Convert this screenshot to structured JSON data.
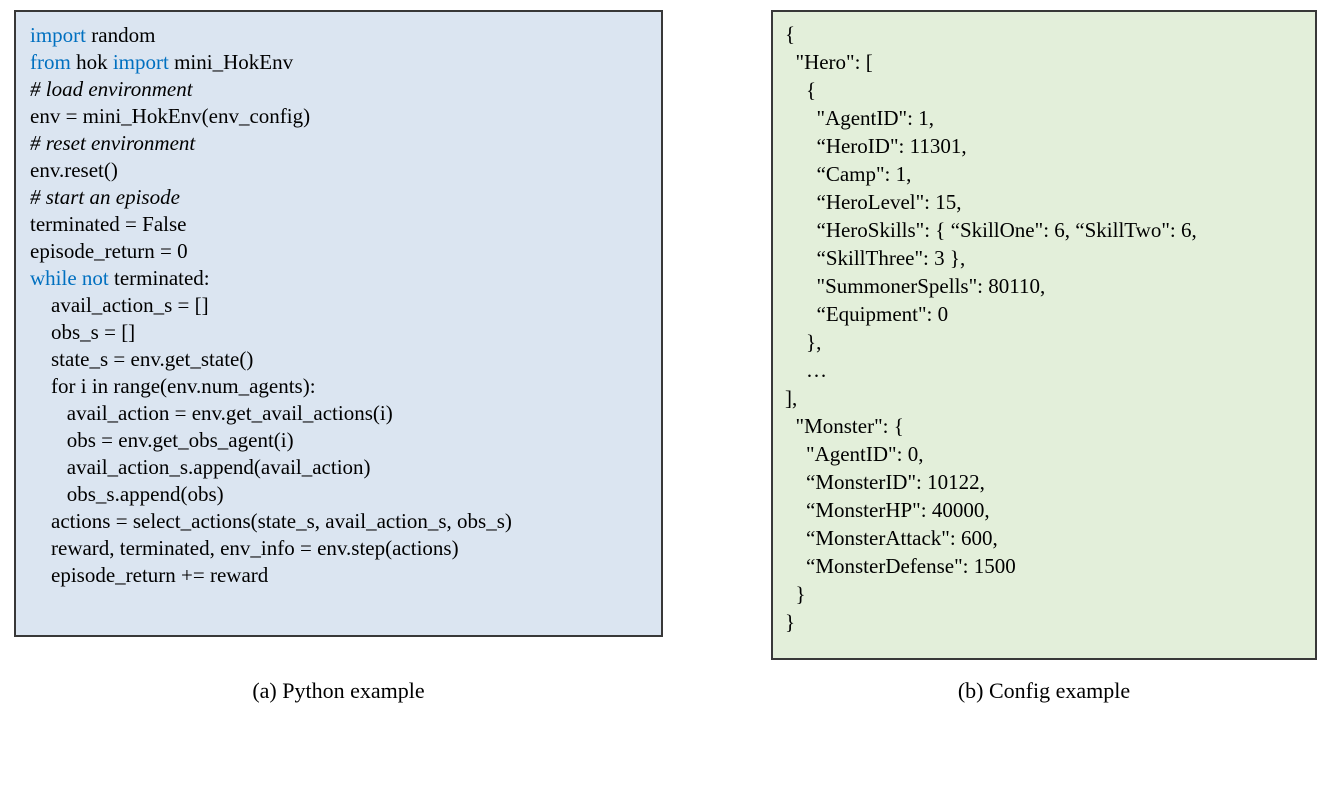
{
  "captions": {
    "a": "(a) Python example",
    "b": "(b) Config example"
  },
  "colors": {
    "python_panel_bg": "#dbe5f1",
    "config_panel_bg": "#e3efda",
    "panel_border": "#383838",
    "keyword": "#0070c0",
    "text": "#000000"
  },
  "python_panel": {
    "lines": [
      [
        {
          "t": "kw",
          "s": "import"
        },
        {
          "t": "p",
          "s": " random"
        }
      ],
      [
        {
          "t": "kw",
          "s": "from"
        },
        {
          "t": "p",
          "s": " hok "
        },
        {
          "t": "kw",
          "s": "import"
        },
        {
          "t": "p",
          "s": " mini_HokEnv"
        }
      ],
      [
        {
          "t": "c",
          "s": "# load environment"
        }
      ],
      [
        {
          "t": "p",
          "s": "env = mini_HokEnv(env_config)"
        }
      ],
      [
        {
          "t": "c",
          "s": "# reset environment"
        }
      ],
      [
        {
          "t": "p",
          "s": "env.reset()"
        }
      ],
      [
        {
          "t": "c",
          "s": "# start an episode"
        }
      ],
      [
        {
          "t": "p",
          "s": "terminated = False"
        }
      ],
      [
        {
          "t": "p",
          "s": "episode_return = 0"
        }
      ],
      [
        {
          "t": "kw",
          "s": "while not"
        },
        {
          "t": "p",
          "s": " terminated:"
        }
      ],
      [
        {
          "t": "p",
          "s": "    avail_action_s = []"
        }
      ],
      [
        {
          "t": "p",
          "s": "    obs_s = []"
        }
      ],
      [
        {
          "t": "p",
          "s": "    state_s = env.get_state()"
        }
      ],
      [
        {
          "t": "p",
          "s": "    for i in range(env.num_agents):"
        }
      ],
      [
        {
          "t": "p",
          "s": "       avail_action = env.get_avail_actions(i)"
        }
      ],
      [
        {
          "t": "p",
          "s": "       obs = env.get_obs_agent(i)"
        }
      ],
      [
        {
          "t": "p",
          "s": "       avail_action_s.append(avail_action)"
        }
      ],
      [
        {
          "t": "p",
          "s": "       obs_s.append(obs)"
        }
      ],
      [
        {
          "t": "p",
          "s": "    actions = select_actions(state_s, avail_action_s, obs_s)"
        }
      ],
      [
        {
          "t": "p",
          "s": "    reward, terminated, env_info = env.step(actions)"
        }
      ],
      [
        {
          "t": "p",
          "s": "    episode_return += reward"
        }
      ]
    ]
  },
  "config_panel": {
    "lines": [
      "{",
      "  \"Hero\": [",
      "    {",
      "      \"AgentID\": 1,",
      "      “HeroID\": 11301,",
      "      “Camp\": 1,",
      "      “HeroLevel\": 15,",
      "      “HeroSkills\": { “SkillOne\": 6, “SkillTwo\": 6,",
      "      “SkillThree\": 3 },",
      "      \"SummonerSpells\": 80110,",
      "      “Equipment\": 0",
      "    },",
      "    …",
      "],",
      "  \"Monster\": {",
      "    \"AgentID\": 0,",
      "    “MonsterID\": 10122,",
      "    “MonsterHP\": 40000,",
      "    “MonsterAttack\": 600,",
      "    “MonsterDefense\": 1500",
      "  }",
      "}"
    ]
  }
}
